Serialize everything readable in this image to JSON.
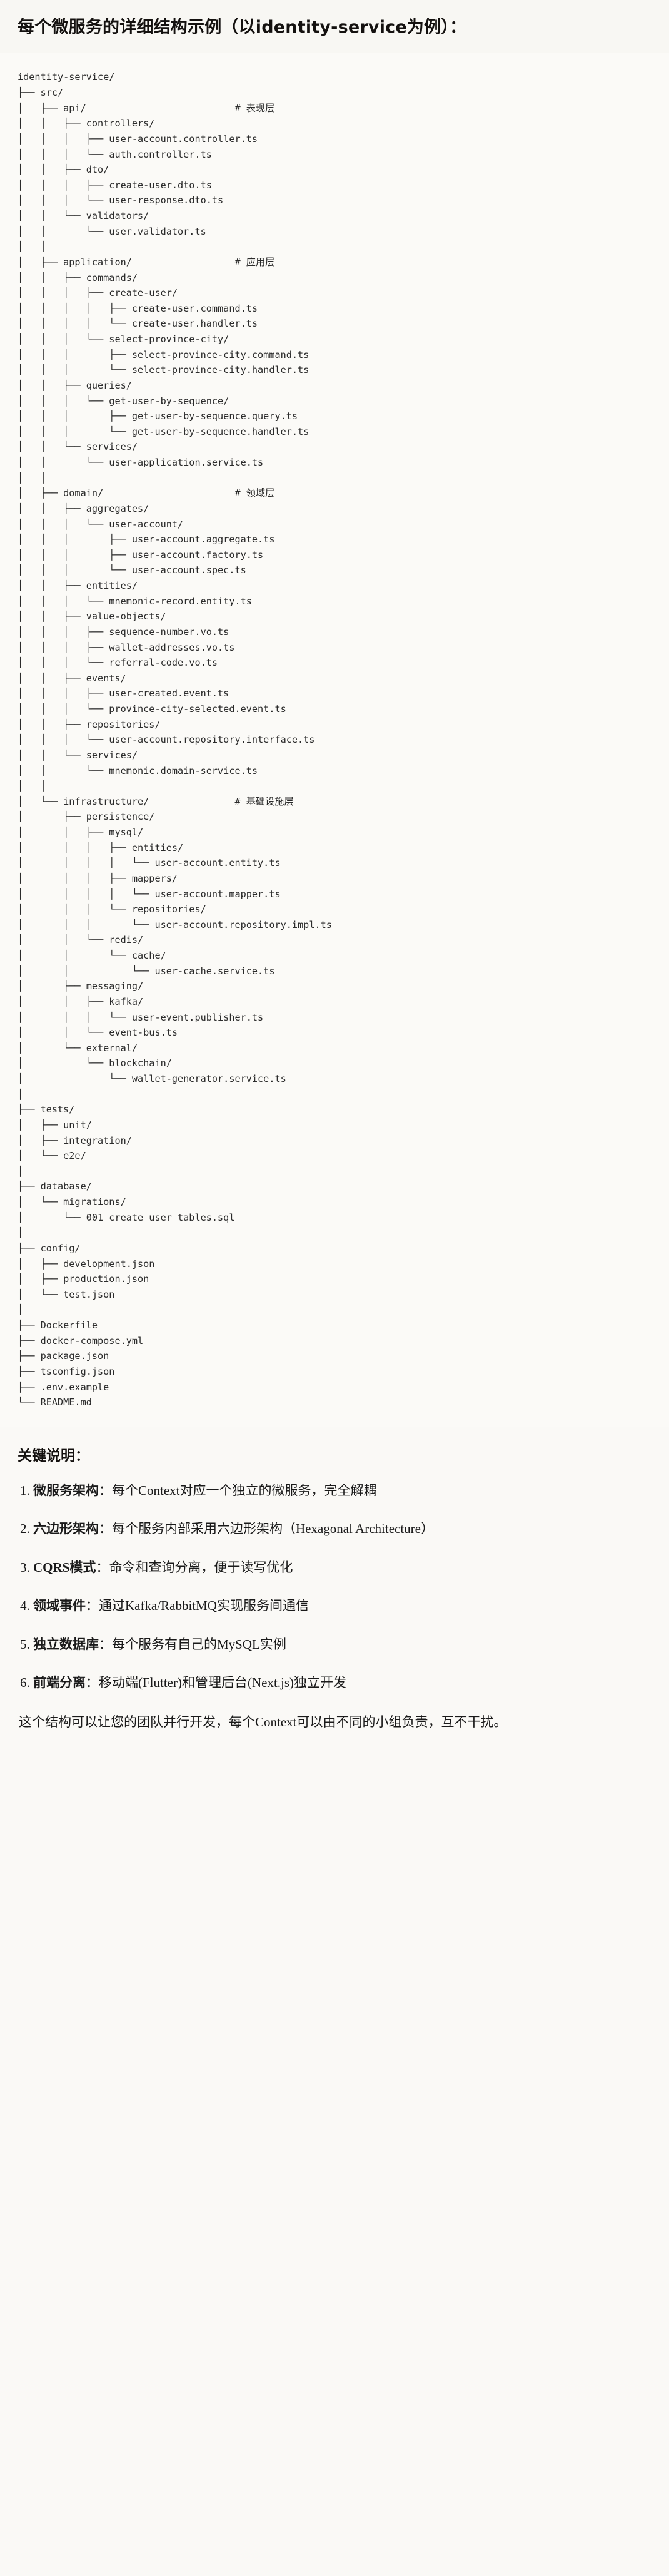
{
  "document": {
    "title": "每个微服务的详细结构示例（以identity-service为例）：",
    "tree_root": "identity-service/",
    "tree_lines": [
      "identity-service/",
      "├── src/",
      "│   ├── api/                          # 表现层",
      "│   │   ├── controllers/",
      "│   │   │   ├── user-account.controller.ts",
      "│   │   │   └── auth.controller.ts",
      "│   │   ├── dto/",
      "│   │   │   ├── create-user.dto.ts",
      "│   │   │   └── user-response.dto.ts",
      "│   │   └── validators/",
      "│   │       └── user.validator.ts",
      "│   │",
      "│   ├── application/                  # 应用层",
      "│   │   ├── commands/",
      "│   │   │   ├── create-user/",
      "│   │   │   │   ├── create-user.command.ts",
      "│   │   │   │   └── create-user.handler.ts",
      "│   │   │   └── select-province-city/",
      "│   │   │       ├── select-province-city.command.ts",
      "│   │   │       └── select-province-city.handler.ts",
      "│   │   ├── queries/",
      "│   │   │   └── get-user-by-sequence/",
      "│   │   │       ├── get-user-by-sequence.query.ts",
      "│   │   │       └── get-user-by-sequence.handler.ts",
      "│   │   └── services/",
      "│   │       └── user-application.service.ts",
      "│   │",
      "│   ├── domain/                       # 领域层",
      "│   │   ├── aggregates/",
      "│   │   │   └── user-account/",
      "│   │   │       ├── user-account.aggregate.ts",
      "│   │   │       ├── user-account.factory.ts",
      "│   │   │       └── user-account.spec.ts",
      "│   │   ├── entities/",
      "│   │   │   └── mnemonic-record.entity.ts",
      "│   │   ├── value-objects/",
      "│   │   │   ├── sequence-number.vo.ts",
      "│   │   │   ├── wallet-addresses.vo.ts",
      "│   │   │   └── referral-code.vo.ts",
      "│   │   ├── events/",
      "│   │   │   ├── user-created.event.ts",
      "│   │   │   └── province-city-selected.event.ts",
      "│   │   ├── repositories/",
      "│   │   │   └── user-account.repository.interface.ts",
      "│   │   └── services/",
      "│   │       └── mnemonic.domain-service.ts",
      "│   │",
      "│   └── infrastructure/               # 基础设施层",
      "│       ├── persistence/",
      "│       │   ├── mysql/",
      "│       │   │   ├── entities/",
      "│       │   │   │   └── user-account.entity.ts",
      "│       │   │   ├── mappers/",
      "│       │   │   │   └── user-account.mapper.ts",
      "│       │   │   └── repositories/",
      "│       │   │       └── user-account.repository.impl.ts",
      "│       │   └── redis/",
      "│       │       └── cache/",
      "│       │           └── user-cache.service.ts",
      "│       ├── messaging/",
      "│       │   ├── kafka/",
      "│       │   │   └── user-event.publisher.ts",
      "│       │   └── event-bus.ts",
      "│       └── external/",
      "│           └── blockchain/",
      "│               └── wallet-generator.service.ts",
      "│",
      "├── tests/",
      "│   ├── unit/",
      "│   ├── integration/",
      "│   └── e2e/",
      "│",
      "├── database/",
      "│   └── migrations/",
      "│       └── 001_create_user_tables.sql",
      "│",
      "├── config/",
      "│   ├── development.json",
      "│   ├── production.json",
      "│   └── test.json",
      "│",
      "├── Dockerfile",
      "├── docker-compose.yml",
      "├── package.json",
      "├── tsconfig.json",
      "├── .env.example",
      "└── README.md"
    ],
    "keys_heading": "关键说明：",
    "key_points": [
      {
        "term": "微服务架构",
        "sep": "：",
        "desc": "每个Context对应一个独立的微服务，完全解耦"
      },
      {
        "term": "六边形架构",
        "sep": "：",
        "desc": "每个服务内部采用六边形架构（Hexagonal Architecture）"
      },
      {
        "term": "CQRS模式",
        "sep": "：",
        "desc": "命令和查询分离，便于读写优化"
      },
      {
        "term": "领域事件",
        "sep": "：",
        "desc": "通过Kafka/RabbitMQ实现服务间通信"
      },
      {
        "term": "独立数据库",
        "sep": "：",
        "desc": "每个服务有自己的MySQL实例"
      },
      {
        "term": "前端分离",
        "sep": "：",
        "desc": "移动端(Flutter)和管理后台(Next.js)独立开发"
      }
    ],
    "closing_text": "这个结构可以让您的团队并行开发，每个Context可以由不同的小组负责，互不干扰。"
  },
  "colors": {
    "page_background": "#faf9f6",
    "code_background": "#fbfaf7",
    "text": "#1a1a1a",
    "code_text": "#2b2b2b",
    "rule": "#e2dfd8"
  }
}
